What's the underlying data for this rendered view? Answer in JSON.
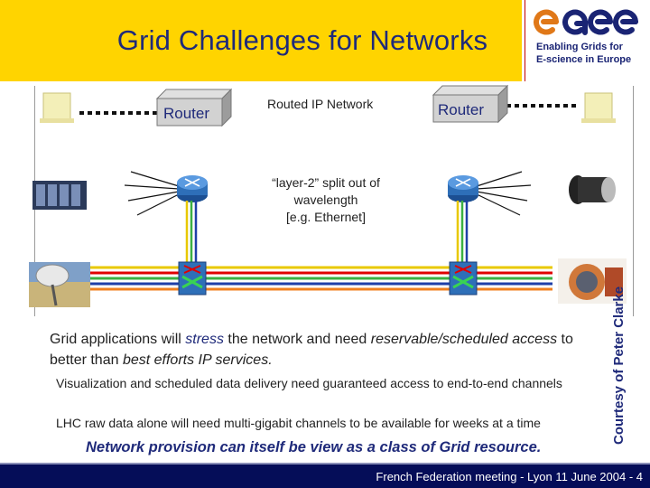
{
  "slide": {
    "title": "Grid Challenges for Networks",
    "logo": {
      "wordmark": "egee",
      "line1": "Enabling Grids for",
      "line2": "E-science in Europe"
    },
    "diagram": {
      "left_router_label": "Router",
      "right_router_label": "Router",
      "routed_network_label": "Routed IP Network",
      "layer2_label_line1": "“layer-2” split out of",
      "layer2_label_line2": "wavelength",
      "layer2_label_line3": "[e.g. Ethernet]",
      "colors": {
        "yellow": "#e8c800",
        "red": "#e00000",
        "green": "#3cb043",
        "blue": "#1f3fa8",
        "orange": "#f08020",
        "router_blue": "#2e6fb8"
      }
    },
    "credit": "Courtesy of Peter Clarke",
    "bullet_main": {
      "part1": "Grid applications will ",
      "stress": "stress",
      "part2": " the network and need ",
      "reservable": "reservable/scheduled access",
      "part3": " to better than ",
      "best_efforts": "best efforts IP services.",
      "full_line1": "Grid applications will stress the network and need reservable/scheduled",
      "full_line2": "access to better than best efforts IP services."
    },
    "sub_bullets": [
      "Visualization and scheduled data delivery need guaranteed access to end-to-end channels",
      "LHC raw data alone will need multi-gigabit channels to be available for weeks at a time"
    ],
    "conclusion": "Network provision can itself be view as a class of Grid resource.",
    "footer": "French Federation meeting - Lyon 11 June 2004 - 4"
  }
}
